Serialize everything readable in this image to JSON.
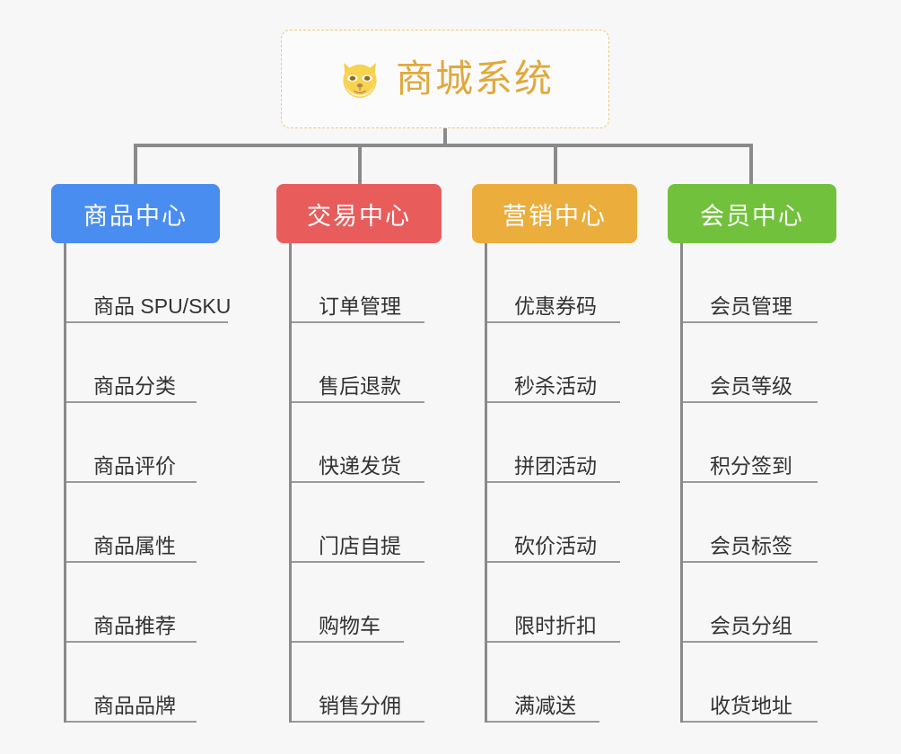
{
  "root": {
    "title": "商城系统",
    "icon": "dog-face-icon",
    "text_color": "#e0a93e",
    "border_color": "#eec97a"
  },
  "connector_color": "#8a8a8a",
  "background": "#f7f7f7",
  "columns": [
    {
      "label": "商品中心",
      "color": "#4a8df0",
      "items": [
        "商品 SPU/SKU",
        "商品分类",
        "商品评价",
        "商品属性",
        "商品推荐",
        "商品品牌"
      ]
    },
    {
      "label": "交易中心",
      "color": "#e85c5c",
      "items": [
        "订单管理",
        "售后退款",
        "快递发货",
        "门店自提",
        "购物车",
        "销售分佣"
      ]
    },
    {
      "label": "营销中心",
      "color": "#ebae3c",
      "items": [
        "优惠券码",
        "秒杀活动",
        "拼团活动",
        "砍价活动",
        "限时折扣",
        "满减送"
      ]
    },
    {
      "label": "会员中心",
      "color": "#72c13c",
      "items": [
        "会员管理",
        "会员等级",
        "积分签到",
        "会员标签",
        "会员分组",
        "收货地址"
      ]
    }
  ]
}
